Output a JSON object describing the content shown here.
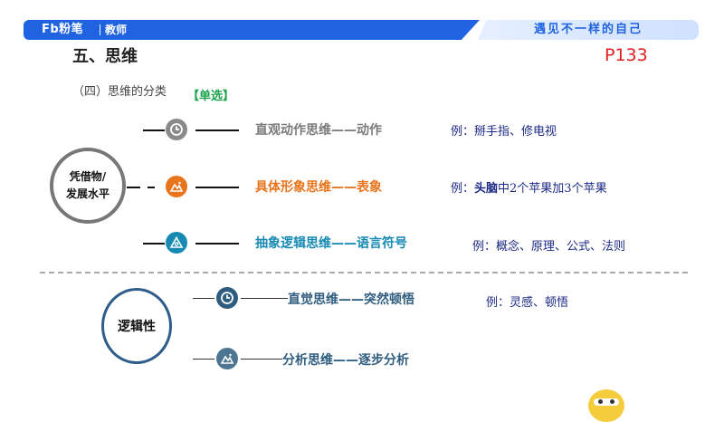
{
  "header": {
    "logo": "Fb粉笔",
    "logo_sub": "教师",
    "slogan": "遇见不一样的自己",
    "brand_color": "#1f63e0"
  },
  "page": {
    "title": "五、思维",
    "page_number": "P133",
    "subtitle": "（四）思维的分类",
    "tag": "【单选】"
  },
  "groups": {
    "left_top": "凭借物/\n发展水平",
    "left_bottom": "逻辑性"
  },
  "rows": [
    {
      "label": "直观动作思维——动作",
      "example": "例：掰手指、修电视",
      "icon": "clock-icon"
    },
    {
      "label": "具体形象思维——表象",
      "example_prefix": "例：",
      "example_bold": "头脑",
      "example_rest": "中2个苹果加3个苹果",
      "icon": "mountain-icon"
    },
    {
      "label": "抽象逻辑思维——语言符号",
      "example": "例：概念、原理、公式、法则",
      "icon": "triangle-icon"
    },
    {
      "label": "直觉思维——突然顿悟",
      "example": "例：灵感、顿悟",
      "icon": "clock-icon"
    },
    {
      "label": "分析思维——逐步分析",
      "icon": "mountain-icon"
    }
  ],
  "colors": {
    "gray": "#7b7b7b",
    "orange": "#e8741c",
    "teal": "#178ab4",
    "steel": "#2f5d80"
  }
}
